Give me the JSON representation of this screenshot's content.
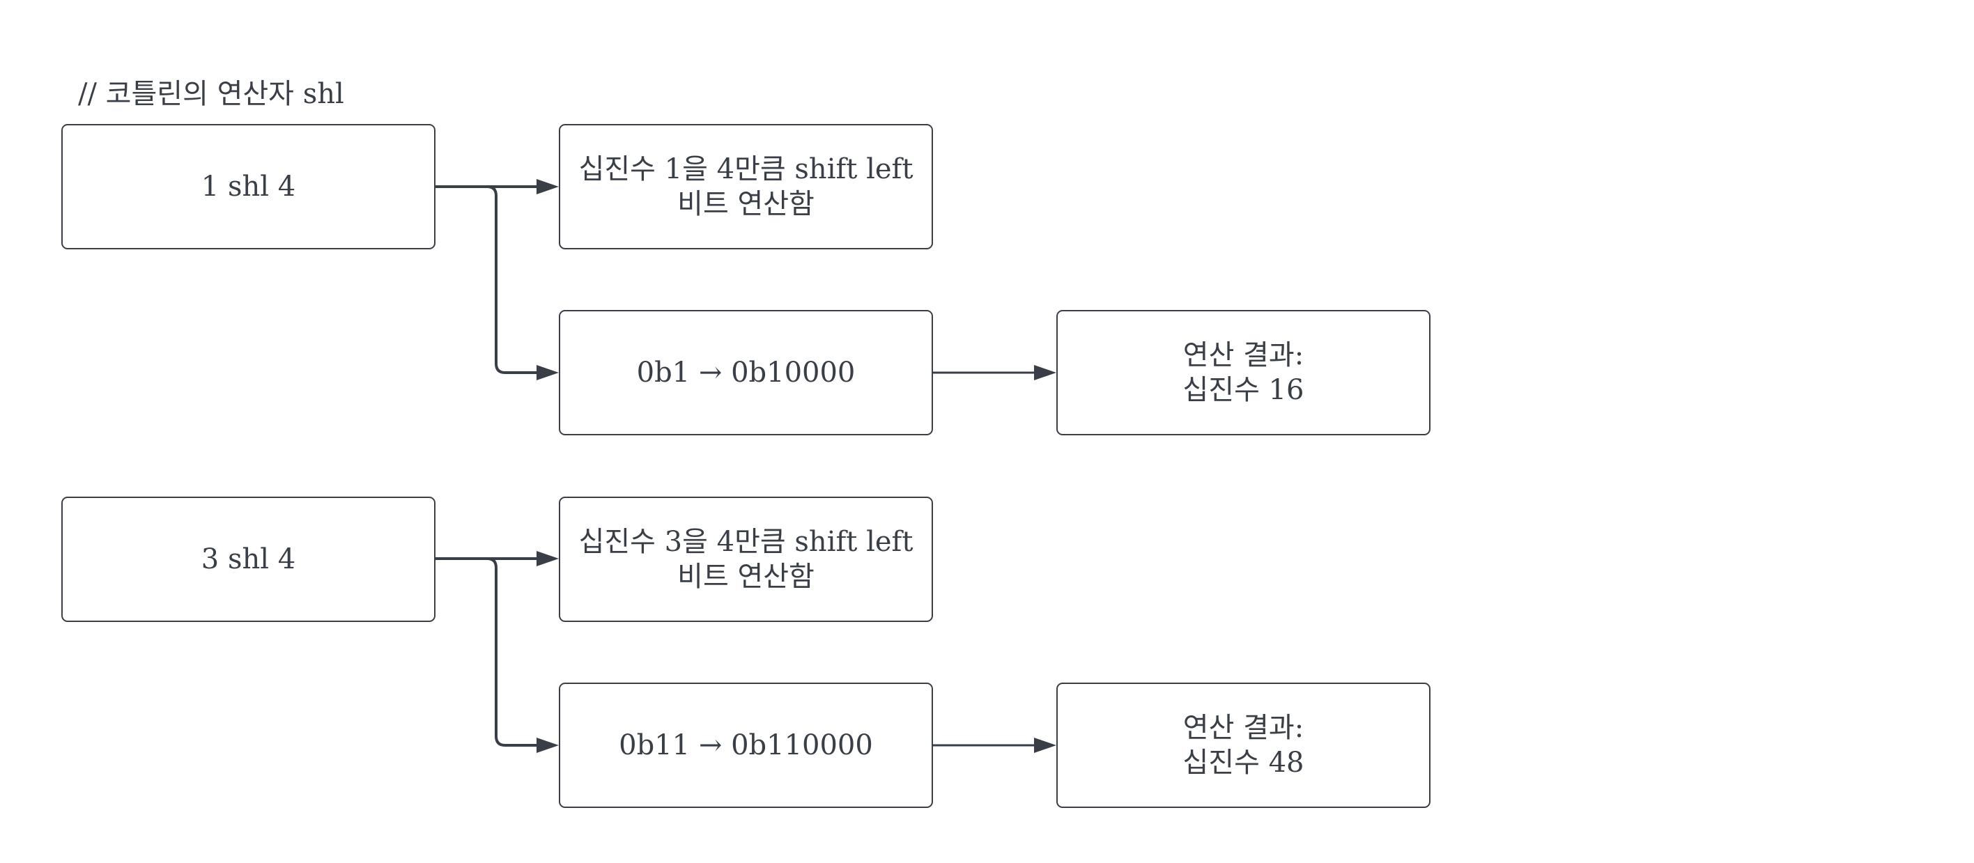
{
  "title": "// 코틀린의 연산자 shl",
  "examples": [
    {
      "expression": "1 shl 4",
      "description": [
        "십진수 1을 4만큼 shift left",
        "비트 연산함"
      ],
      "binary": "0b1 → 0b10000",
      "result": [
        "연산 결과:",
        "십진수 16"
      ]
    },
    {
      "expression": "3 shl 4",
      "description": [
        "십진수 3을 4만큼 shift left",
        "비트 연산함"
      ],
      "binary": "0b11 → 0b110000",
      "result": [
        "연산 결과:",
        "십진수 48"
      ]
    }
  ],
  "colors": {
    "stroke": "#3a3f47",
    "text": "#3a3f47",
    "background": "#ffffff"
  }
}
